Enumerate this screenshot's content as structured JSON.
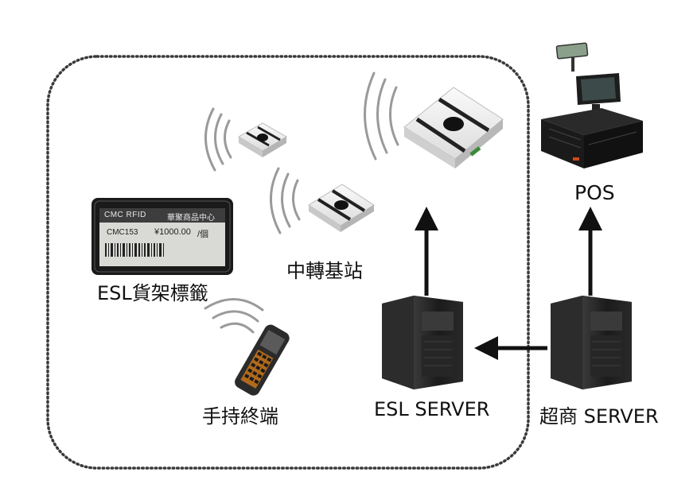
{
  "labels": {
    "esl_shelf_label": "ESL貨架標籤",
    "relay_station": "中轉基站",
    "handheld_terminal": "手持終端",
    "esl_server": "ESL SERVER",
    "store_server": "超商 SERVER",
    "pos": "POS"
  },
  "esl_tag": {
    "brand": "CMC RFID",
    "org": "華聚商品中心",
    "item_code": "CMC153",
    "price": "¥1000.00",
    "unit": "/個"
  },
  "colors": {
    "boundary": "#3a3a3a",
    "arrow": "#111111",
    "server_body": "#1e1e1e",
    "esl_frame": "#1a1a1a",
    "esl_screen": "#d9dad5"
  },
  "icons": [
    "esl-tag-icon",
    "relay-station-icon",
    "handheld-terminal-icon",
    "server-icon",
    "pos-terminal-icon",
    "wifi-waves-icon",
    "up-arrow-icon",
    "left-arrow-icon"
  ]
}
